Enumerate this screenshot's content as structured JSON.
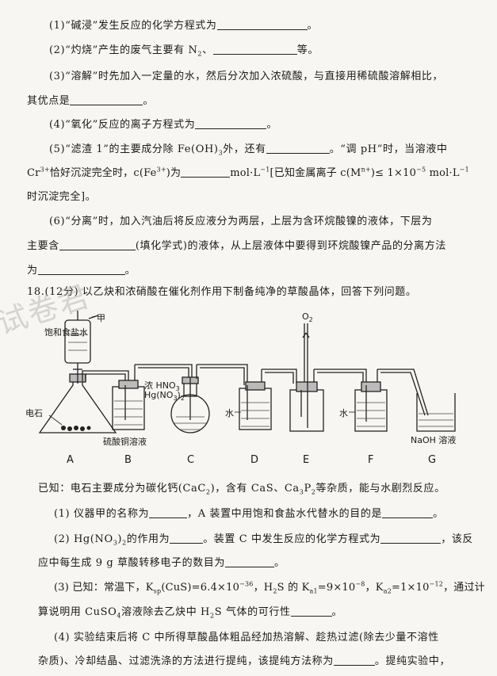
{
  "q17": {
    "s1_pre": "(1)“碱浸”发生反应的化学方程式为",
    "s1_post": "。",
    "s2_pre": "(2)“灼烧”产生的废气主要有 N",
    "s2_sub": "2",
    "s2_mid": "、",
    "s2_post": "等。",
    "s3_line1": "(3)“溶解”时先加入一定量的水，然后分次加入浓硫酸，与直接用稀硫酸溶解相比，",
    "s3_line2_pre": "其优点是",
    "s3_line2_post": "。",
    "s4_pre": "(4)“氧化”反应的离子方程式为",
    "s4_post": "。",
    "s5_l1_pre": "(5)“滤渣 1”的主要成分除 Fe(OH)",
    "s5_l1_sub": "3",
    "s5_l1_mid": "外，还有",
    "s5_l1_post": "。“调 pH”时，当溶液中",
    "s5_l2_a": "Cr",
    "s5_l2_sup1": "3+",
    "s5_l2_b": "恰好沉淀完全时，c(Fe",
    "s5_l2_sup2": "3+",
    "s5_l2_c": ")为",
    "s5_l2_d": "mol·L",
    "s5_l2_sup3": "−1",
    "s5_l2_e": "[已知金属离子 c(M",
    "s5_l2_sup4": "n+",
    "s5_l2_f": ")≤ 1×10",
    "s5_l2_sup5": "−5",
    "s5_l2_g": " mol·L",
    "s5_l2_sup6": "−1",
    "s5_l3": "时沉淀完全]。",
    "s6_l1": "(6)“分离”时，加入汽油后将反应液分为两层，上层为含环烷酸镍的液体，下层为",
    "s6_l2_pre": "主要含",
    "s6_l2_post": "(填化学式)的液体，从上层液体中要得到环烷酸镍产品的分离方法",
    "s6_l3_pre": "为",
    "s6_l3_post": "。"
  },
  "q18": {
    "header": "18.(12分) 以乙炔和浓硝酸在催化剂作用下制备纯净的草酸晶体，回答下列问题。",
    "apparatus": {
      "label_brine": "饱和食盐水",
      "label_jia": "甲",
      "label_o2": "O",
      "label_o2_sub": "2",
      "label_hno3": "浓 HNO",
      "label_hno3_sub": "3",
      "label_hgno3": "Hg(NO",
      "label_hgno3_sub": "3",
      "label_hgno3_end": ")",
      "label_hgno3_sub2": "2",
      "label_stone": "电石",
      "label_cuso4": "硫酸铜溶液",
      "label_water_d": "水",
      "label_water_f": "水",
      "label_naoh": "NaOH 溶液",
      "letters": [
        "A",
        "B",
        "C",
        "D",
        "E",
        "F",
        "G"
      ]
    },
    "known_pre": "已知：电石主要成分为碳化钙(CaC",
    "known_sub1": "2",
    "known_mid1": ")，含有 CaS、Ca",
    "known_sub2": "3",
    "known_mid2": "P",
    "known_sub3": "2",
    "known_post": "等杂质，能与水剧烈反应。",
    "s1_pre": "(1) 仪器甲的名称为",
    "s1_mid": "，A 装置中用饱和食盐水代替水的目的是",
    "s1_post": "。",
    "s2_pre": "(2) Hg(NO",
    "s2_sub1": "3",
    "s2_mid0": ")",
    "s2_sub2": "2",
    "s2_mid1": "的作用为",
    "s2_mid2": "。装置 C 中发生反应的化学方程式为",
    "s2_post": "，该反",
    "s2_l2_pre": "应中每生成 9 g 草酸转移电子的数目为",
    "s2_l2_post": "。",
    "s3_a": "(3) 已知：常温下，K",
    "s3_sub1": "sp",
    "s3_b": "(CuS)=6.4×10",
    "s3_sup1": "−36",
    "s3_c": "，H",
    "s3_sub2": "2",
    "s3_d": "S 的 K",
    "s3_sub3": "a1",
    "s3_e": "=9×10",
    "s3_sup2": "−8",
    "s3_f": "，K",
    "s3_sub4": "a2",
    "s3_g": "=1×10",
    "s3_sup3": "−12",
    "s3_h": "，通过计",
    "s3_l2_a": "算说明用 CuSO",
    "s3_l2_sub": "4",
    "s3_l2_b": "溶液除去乙炔中 H",
    "s3_l2_sub2": "2",
    "s3_l2_c": "S 气体的可行性",
    "s3_l2_post": "。",
    "s4_l1": "(4) 实验结束后将 C 中所得草酸晶体粗品经加热溶解、趁热过滤(除去少量不溶性",
    "s4_l2_pre": "杂质)、冷却结晶、过滤洗涤的方法进行提纯，该提纯方法称为",
    "s4_l2_post": "。提纯实验中，"
  },
  "watermark": "试卷君"
}
